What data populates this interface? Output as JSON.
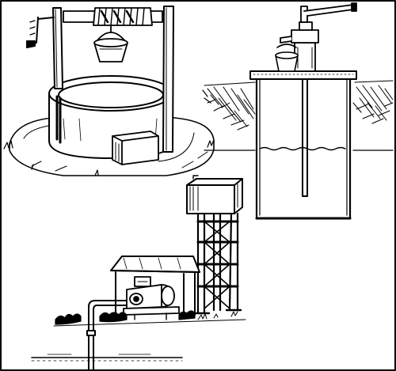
{
  "figure": {
    "subjects": [
      "hand-dug-well-with-windlass",
      "hand-pump-over-covered-well",
      "motor-pump-with-elevated-water-tower"
    ],
    "colors": {
      "ink": "#000000",
      "paper": "#ffffff"
    },
    "icons": [
      "bucket-icon",
      "crank-handle-icon",
      "pump-handle-icon",
      "motor-icon",
      "water-tank-icon"
    ]
  }
}
